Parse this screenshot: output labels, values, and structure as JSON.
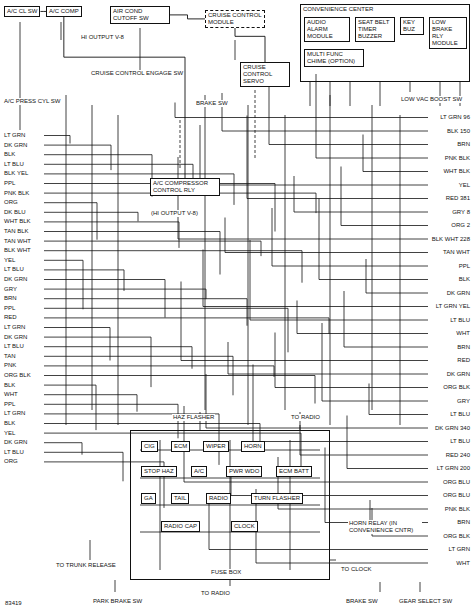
{
  "diagram": {
    "nodes": [
      {
        "text": [
          "A/C CL SW"
        ]
      },
      {
        "text": [
          "A/C COMP"
        ]
      },
      {
        "text": [
          "AIR COND CUTOFF SW"
        ]
      },
      {
        "text": [
          "CRUISE CONTROL MODULE"
        ]
      },
      {
        "text": [
          "CRUISE CONTROL SERVO"
        ]
      },
      {
        "text": [
          "CONVENIENCE CENTER"
        ]
      },
      {
        "text": [
          "AUDIO ALARM MODULE"
        ],
        "in": 5
      },
      {
        "text": [
          "SEAT BELT TIMER BUZZER"
        ],
        "in": 5
      },
      {
        "text": [
          "KEY BUZ"
        ],
        "in": 5
      },
      {
        "text": [
          "LOW BRAKE RLY MODULE"
        ],
        "in": 5
      },
      {
        "text": [
          "MULTI FUNC CHIME (OPTION)"
        ],
        "in": 5
      },
      {
        "text": [
          "A/C COMPRESSOR CONTROL RLY"
        ]
      },
      {
        "text": [
          "FUSE BOX"
        ]
      },
      {
        "text": [
          "CIG"
        ],
        "in": 12
      },
      {
        "text": [
          "ECM"
        ],
        "in": 12
      },
      {
        "text": [
          "WIPER"
        ],
        "in": 12
      },
      {
        "text": [
          "HORN"
        ],
        "in": 12
      },
      {
        "text": [
          "STOP HAZ"
        ],
        "in": 12
      },
      {
        "text": [
          "A/C"
        ],
        "in": 12
      },
      {
        "text": [
          "PWR WDO"
        ],
        "in": 12
      },
      {
        "text": [
          "ECM BATT"
        ],
        "in": 12
      },
      {
        "text": [
          "GA"
        ],
        "in": 12
      },
      {
        "text": [
          "TAIL"
        ],
        "in": 12
      },
      {
        "text": [
          "RADIO"
        ],
        "in": 12
      },
      {
        "text": [
          "TURN FLASHER"
        ],
        "in": 12
      },
      {
        "text": [
          "RADIO CAP"
        ],
        "in": 12
      },
      {
        "text": [
          "CLOCK"
        ],
        "in": 12
      }
    ],
    "edges": [
      {
        "from": 0,
        "to": 1,
        "arrow": "none"
      },
      {
        "from": 1,
        "to": 11,
        "arrow": "none"
      },
      {
        "from": 2,
        "to": 3,
        "arrow": "none"
      },
      {
        "from": 3,
        "to": 4,
        "arrow": "none"
      }
    ],
    "labels": [
      "A/C PRESS CYL SW",
      "HI OUTPUT V-8",
      "CRUISE CONTROL ENGAGE SW",
      "BRAKE SW",
      "LOW VAC BOOST SW",
      "(HI OUTPUT V-8)",
      "HAZ FLASHER",
      "TO RADIO",
      "TO TRUNK RELEASE",
      "PARK BRAKE SW",
      "TO RADIO",
      "TO CLOCK",
      "HORN RELAY (IN CONVENIENCE CNTR)",
      "BRAKE SW",
      "GEAR SELECT SW",
      "83419",
      "LT GRN",
      "DK GRN",
      "BLK",
      "LT BLU",
      "BLK YEL",
      "PPL",
      "PNK BLK",
      "ORG",
      "DK BLU",
      "WHT BLK",
      "TAN BLK",
      "TAN WHT",
      "BLK WHT",
      "YEL",
      "LT BLU",
      "DK GRN",
      "GRY",
      "BRN",
      "PPL",
      "RED",
      "LT GRN",
      "DK GRN",
      "LT BLU",
      "TAN",
      "PNK",
      "ORG BLK",
      "BLK",
      "WHT",
      "PPL",
      "LT GRN",
      "BLK",
      "YEL",
      "DK GRN",
      "LT BLU",
      "ORG",
      "LT GRN 96",
      "BLK 150",
      "BRN",
      "PNK BLK",
      "WHT BLK",
      "YEL",
      "RED 381",
      "GRY 8",
      "ORG 2",
      "BLK WHT 228",
      "TAN WHT",
      "PPL",
      "BLK",
      "DK GRN",
      "LT GRN YEL",
      "LT BLU",
      "WHT",
      "BRN",
      "RED",
      "DK GRN",
      "ORG BLK",
      "GRY",
      "LT BLU",
      "DK GRN 340",
      "LT BLU",
      "RED 240",
      "LT GRN 200",
      "ORG BLU",
      "ORG BLU",
      "PNK BLK",
      "BRN",
      "ORG BLK",
      "LT GRN",
      "WHT"
    ]
  }
}
